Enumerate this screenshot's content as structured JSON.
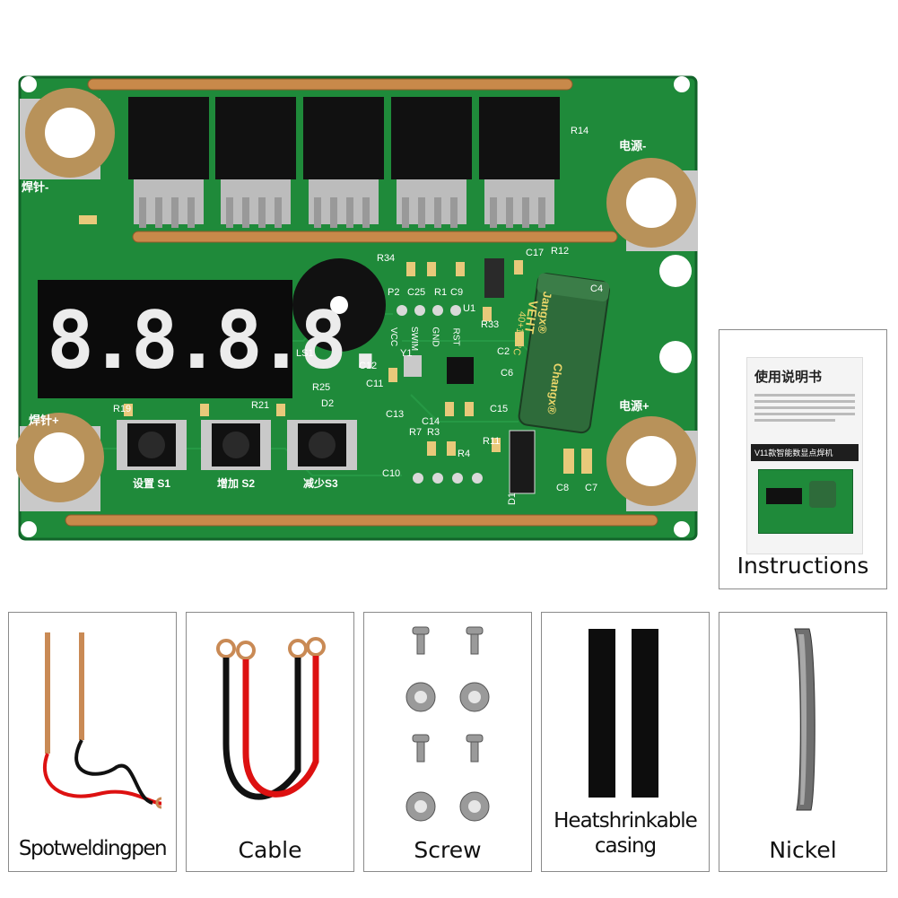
{
  "board": {
    "silkscreen": {
      "weld_pin_top": "焊针-",
      "weld_pin_bottom": "焊针+",
      "power_minus": "电源-",
      "power_plus": "电源+",
      "btn_s1": "设置 S1",
      "btn_s2": "增加 S2",
      "btn_s3": "减少S3",
      "refs": [
        "R14",
        "R34",
        "C25",
        "R1",
        "C9",
        "P2",
        "U1",
        "R33",
        "C17",
        "R12",
        "C12",
        "C11",
        "Y1",
        "R25",
        "D2",
        "C13",
        "C14",
        "C15",
        "R7",
        "R3",
        "R11",
        "R4",
        "C10",
        "R19",
        "R21",
        "LS1",
        "C8",
        "C7",
        "D1",
        "VCC",
        "SWIM",
        "GND",
        "RST",
        "C2",
        "C4",
        "C6"
      ]
    },
    "display_digits": "8.8.8.8.",
    "capacitor_text": [
      "Jangx®",
      "VEHT",
      "40+105°C",
      "Changx®"
    ]
  },
  "instructions_card": {
    "title": "使用说明书",
    "subtitle": "V11款智能数显点焊机",
    "label": "Instructions"
  },
  "accessories": [
    {
      "label": "Spotweldingpen"
    },
    {
      "label": "Cable"
    },
    {
      "label": "Screw"
    },
    {
      "label": "Heatshrinkable\ncasing"
    },
    {
      "label": "Nickel"
    }
  ],
  "colors": {
    "pcb_green": "#1f8a3a",
    "pcb_dark": "#176b2d",
    "copper": "#c8894a",
    "gold_ring": "#b8925a",
    "display_red": "#e8e8e8",
    "border_gray": "#8a8a8a"
  }
}
